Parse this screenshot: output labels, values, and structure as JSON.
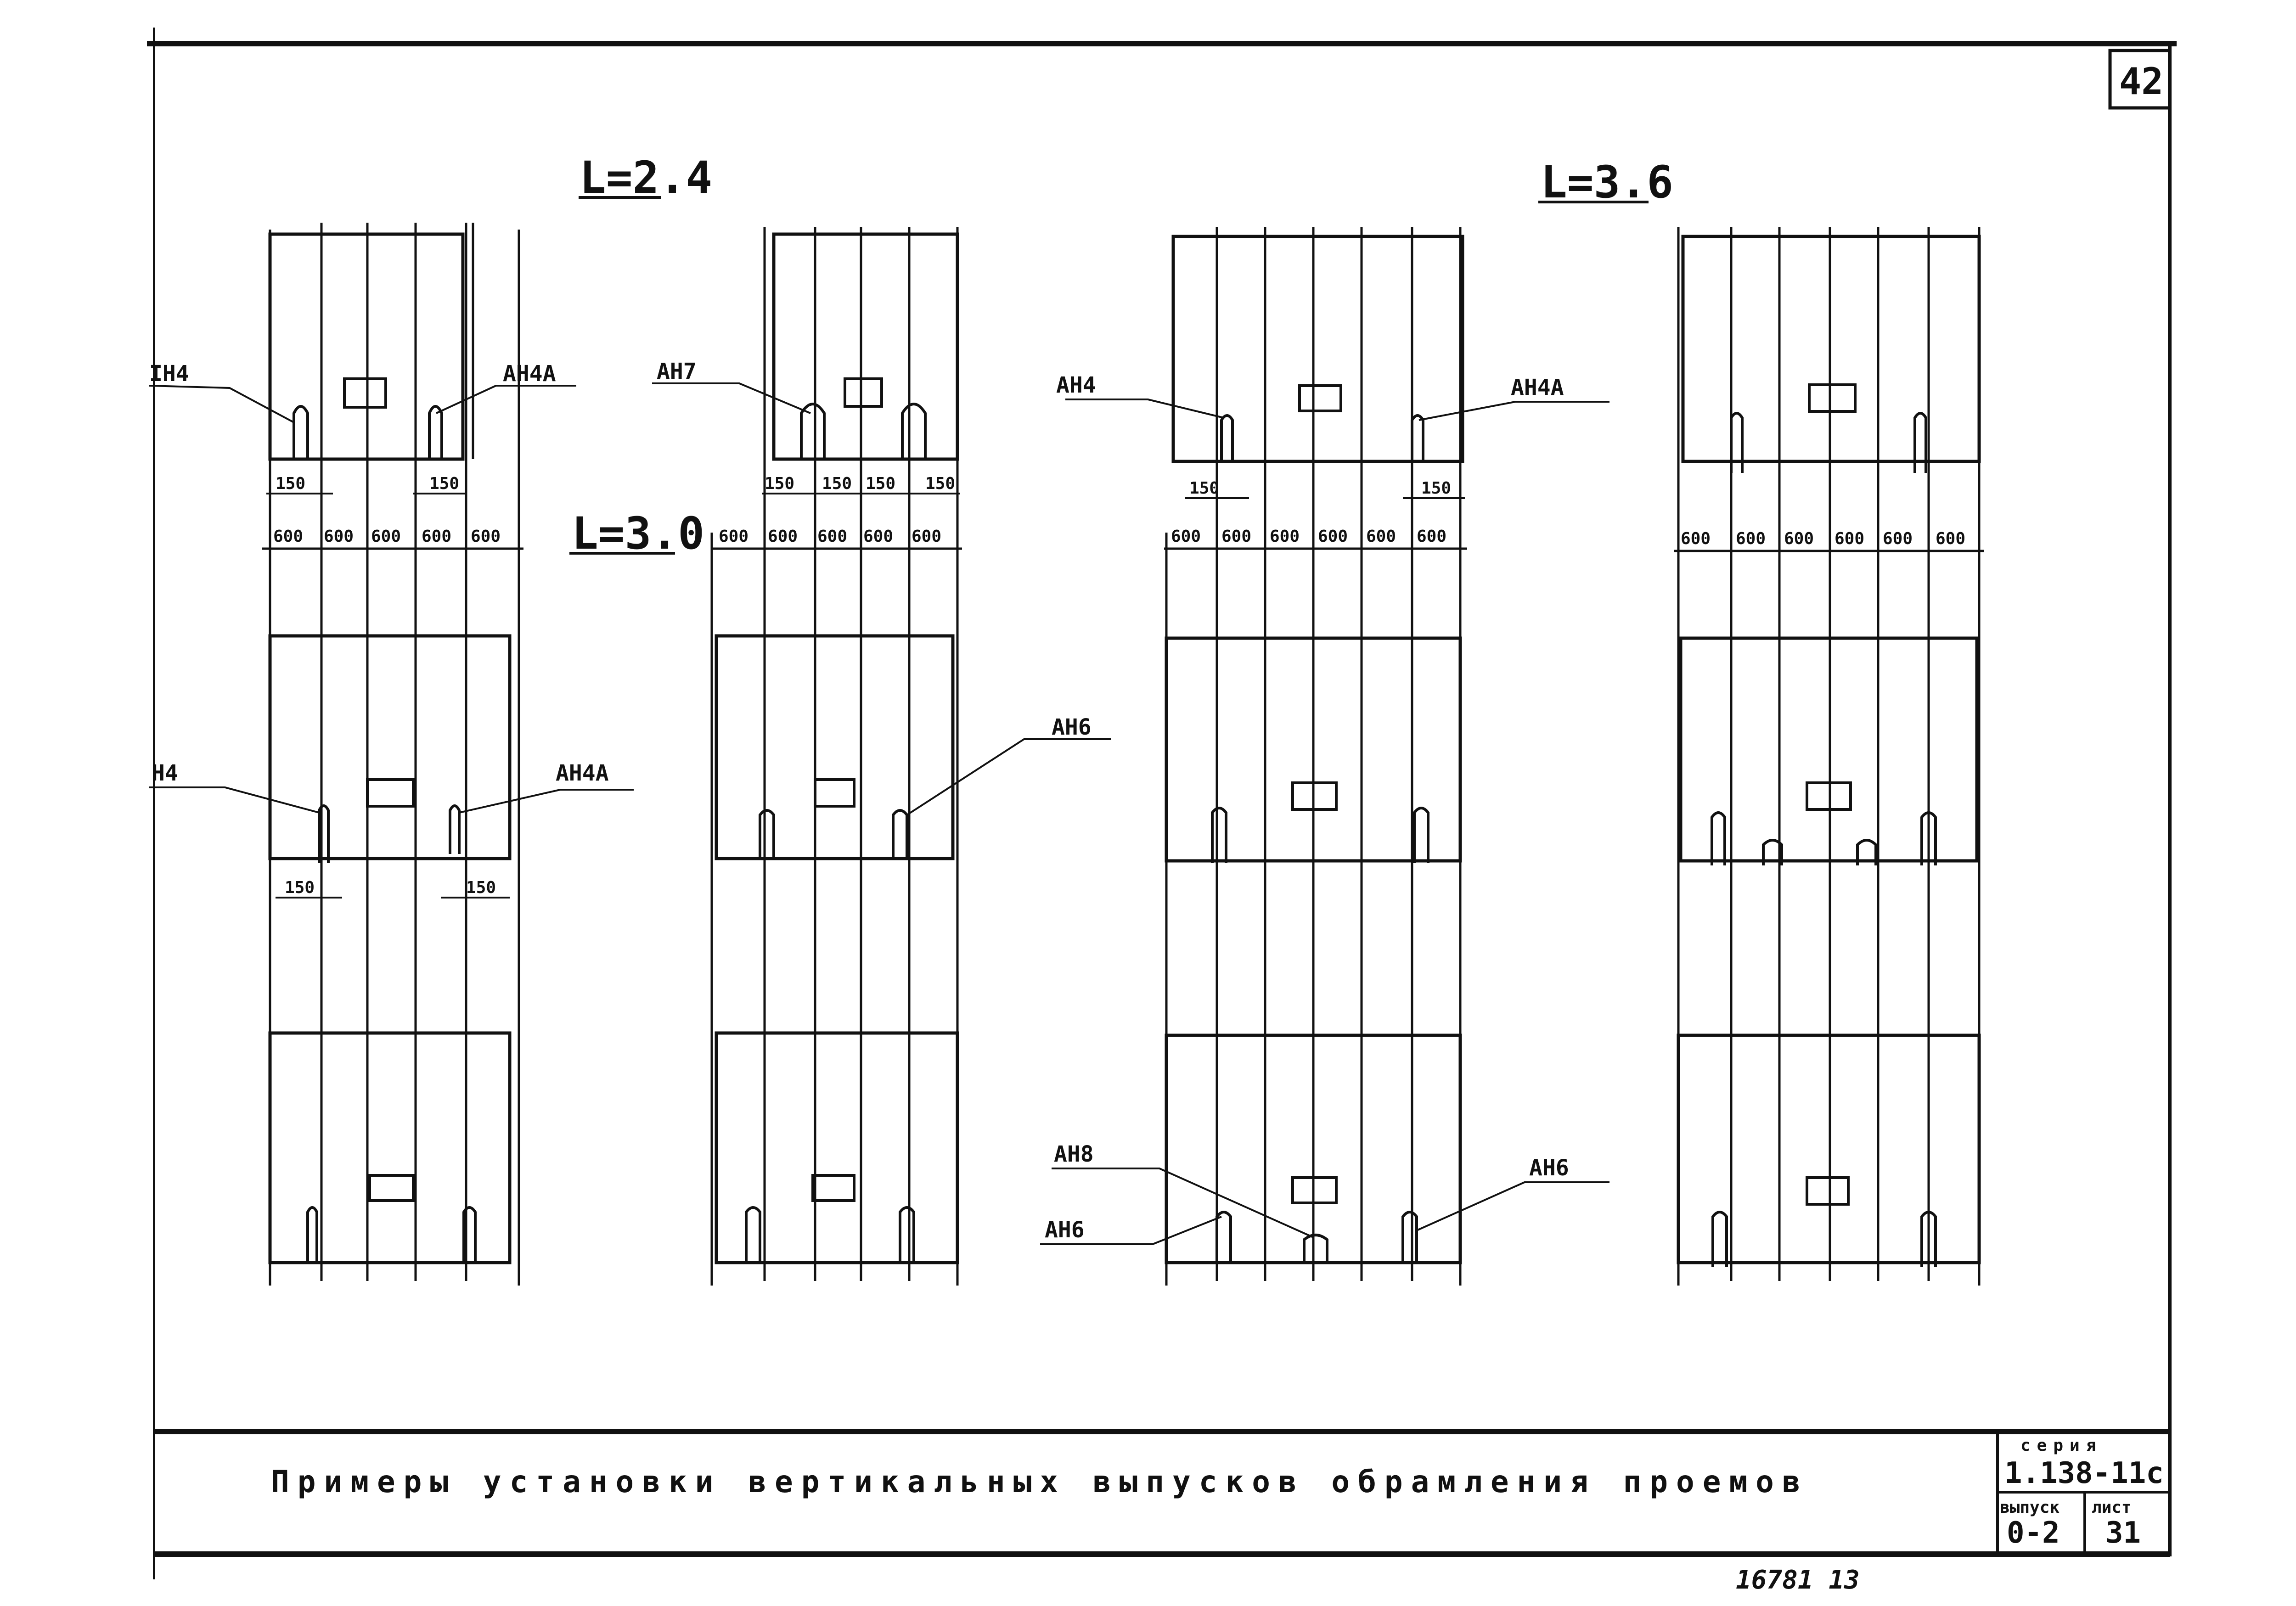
{
  "sheet_number": "42",
  "panel_titles": {
    "l24": "L=2.4",
    "l30": "L=3.0",
    "l36": "L=3.6"
  },
  "labels": {
    "p1_top_left": "IH4",
    "p1_top_right": "AH4A",
    "p1_mid_left": "H4",
    "p1_mid_right": "AH4A",
    "p2_top": "AH7",
    "p2_mid": "AH6",
    "p3_top_left": "AH4",
    "p3_top_right": "AH4A",
    "p3_bot_top": "AH8",
    "p3_bot_left": "AH6",
    "p3_bot_right": "AH6"
  },
  "dims": {
    "d150": "150",
    "d600": "600"
  },
  "title_block": {
    "title": "Примеры установки вертикальных выпусков обрамления проемов",
    "series_label": "серия",
    "series_value": "1.138-11с",
    "issue_label": "выпуск",
    "issue_value": "0-2",
    "sheet_label": "лист",
    "sheet_value": "31"
  },
  "footer_note": "16781  13"
}
